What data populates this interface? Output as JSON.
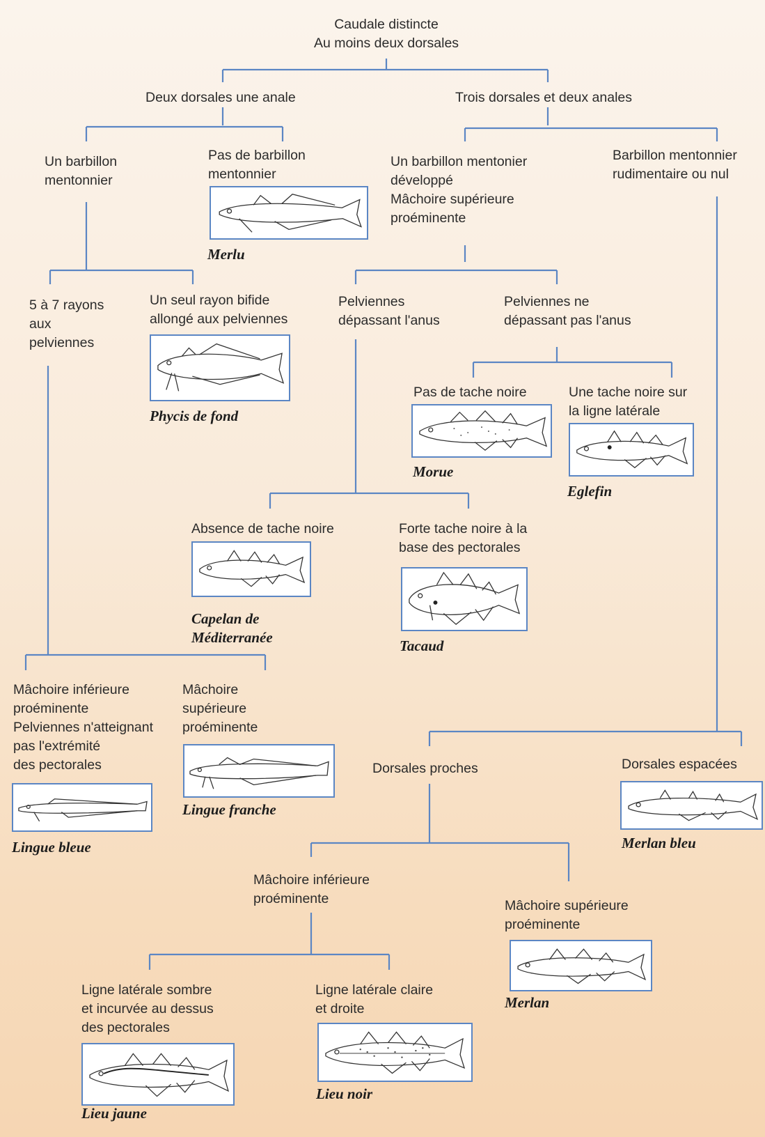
{
  "nodes": {
    "root": "Caudale distincte\nAu moins deux dorsales",
    "two_dorsals": "Deux dorsales une anale",
    "three_dorsals": "Trois dorsales et deux anales",
    "barbel": "Un barbillon\nmentonnier",
    "no_barbel": "Pas de barbillon\nmentonnier",
    "barbel_developed": "Un barbillon mentonier\ndéveloppé\nMâchoire supérieure\nproéminente",
    "barbel_rudimentary": "Barbillon mentonnier\nrudimentaire ou nul",
    "rays_5_7": "5 à 7 rayons\naux\npelviennes",
    "single_ray": "Un seul rayon bifide\nallongé aux pelviennes",
    "pelv_beyond": "Pelviennes\ndépassant l'anus",
    "pelv_not_beyond": "Pelviennes ne\ndépassant pas l'anus",
    "no_spot": "Pas de tache noire",
    "spot_lateral": "Une tache noire sur\nla ligne latérale",
    "absence_spot": "Absence de tache noire",
    "strong_spot": "Forte tache noire à la\nbase des pectorales",
    "lower_jaw_1": "Mâchoire inférieure\nproéminente\nPelviennes n'atteignant\npas l'extrémité\ndes pectorales",
    "upper_jaw_1": "Mâchoire\nsupérieure\nproéminente",
    "dorsals_close": "Dorsales proches",
    "dorsals_spaced": "Dorsales espacées",
    "lower_jaw_2": "Mâchoire inférieure\nproéminente",
    "upper_jaw_2": "Mâchoire supérieure\nproéminente",
    "dark_line": "Ligne latérale sombre\net incurvée au dessus\ndes pectorales",
    "clear_line": "Ligne latérale claire\net droite"
  },
  "species": {
    "merlu": "Merlu",
    "phycis": "Phycis de fond",
    "morue": "Morue",
    "eglefin": "Eglefin",
    "capelan": "Capelan de\nMéditerranée",
    "tacaud": "Tacaud",
    "lingue_bleue": "Lingue bleue",
    "lingue_franche": "Lingue franche",
    "merlan_bleu": "Merlan bleu",
    "merlan": "Merlan",
    "lieu_jaune": "Lieu jaune",
    "lieu_noir": "Lieu noir"
  },
  "colors": {
    "connector": "#5b86c4",
    "box_border": "#5b86c4",
    "text": "#2b2b2b"
  }
}
